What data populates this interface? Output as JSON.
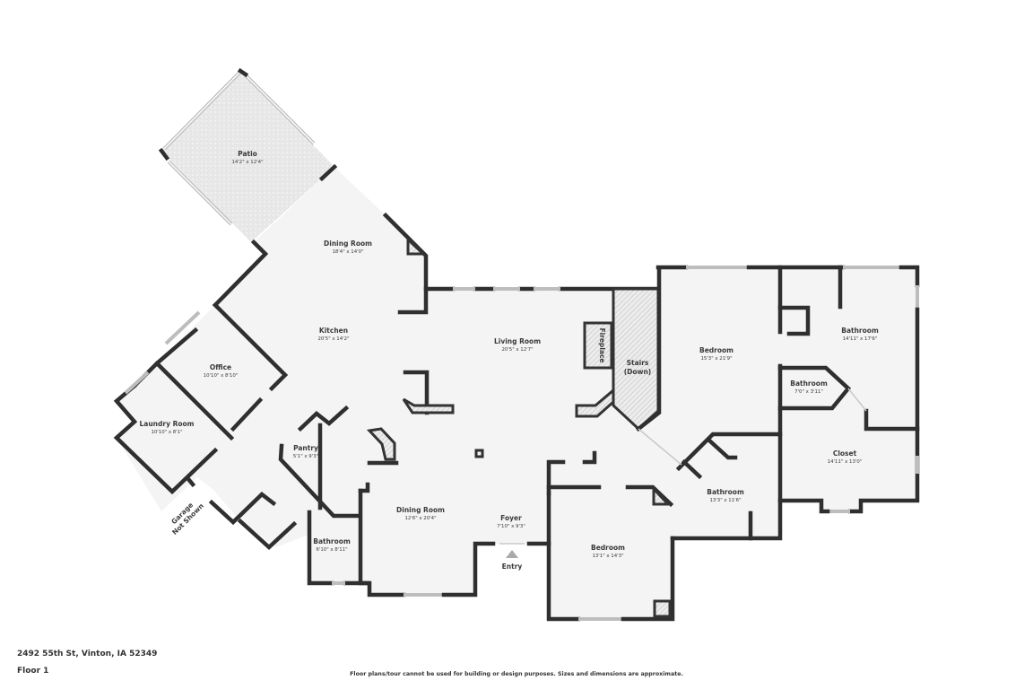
{
  "floorplan": {
    "address": "2492 55th St, Vinton, IA 52349",
    "floor_label": "Floor 1",
    "disclaimer": "Floor plans/tour cannot be used for building or design purposes. Sizes and dimensions are approximate.",
    "entry_label": "Entry",
    "garage_label_line1": "Garage",
    "garage_label_line2": "Not Shown",
    "fireplace_label": "Fireplace",
    "stairs_label_line1": "Stairs",
    "stairs_label_line2": "(Down)",
    "rooms": [
      {
        "name": "Patio",
        "dims": "14'2\" x 12'4\""
      },
      {
        "name": "Dining Room",
        "dims": "18'4\" x 14'0\""
      },
      {
        "name": "Kitchen",
        "dims": "20'5\" x 14'2\""
      },
      {
        "name": "Office",
        "dims": "10'10\" x 8'10\""
      },
      {
        "name": "Laundry Room",
        "dims": "10'10\" x 8'1\""
      },
      {
        "name": "Pantry",
        "dims": "5'1\" x 9'3\""
      },
      {
        "name": "Bathroom",
        "dims": "6'10\" x 8'11\""
      },
      {
        "name": "Dining Room",
        "dims": "12'6\" x 20'4\""
      },
      {
        "name": "Foyer",
        "dims": "7'10\" x 9'3\""
      },
      {
        "name": "Living Room",
        "dims": "20'5\" x 12'7\""
      },
      {
        "name": "Bedroom",
        "dims": "13'1\" x 14'3\""
      },
      {
        "name": "Bedroom",
        "dims": "15'3\" x 21'9\""
      },
      {
        "name": "Bathroom",
        "dims": "13'3\" x 11'6\""
      },
      {
        "name": "Bathroom",
        "dims": "14'11\" x 17'6\""
      },
      {
        "name": "Bathroom",
        "dims": "7'0\" x 3'11\""
      },
      {
        "name": "Closet",
        "dims": "14'11\" x 13'0\""
      }
    ]
  }
}
